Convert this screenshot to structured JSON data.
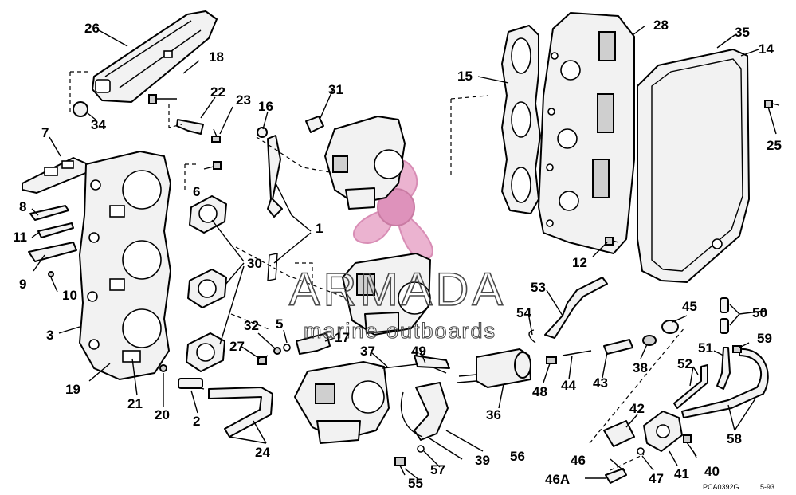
{
  "watermark": {
    "brand": "ARMADA",
    "tagline": "marine outboards",
    "logo_color": "#e8a6c8"
  },
  "footer": {
    "drawing_code": "PCA0392G",
    "date_code": "5-93"
  },
  "callouts": {
    "c1": "1",
    "c2": "2",
    "c3": "3",
    "c5": "5",
    "c6": "6",
    "c7": "7",
    "c8": "8",
    "c9": "9",
    "c10": "10",
    "c11": "11",
    "c12": "12",
    "c14": "14",
    "c15": "15",
    "c16": "16",
    "c17": "17",
    "c18": "18",
    "c19": "19",
    "c20": "20",
    "c21": "21",
    "c22": "22",
    "c23": "23",
    "c24": "24",
    "c25": "25",
    "c26": "26",
    "c27": "27",
    "c28": "28",
    "c30": "30",
    "c31": "31",
    "c32": "32",
    "c34": "34",
    "c35": "35",
    "c36": "36",
    "c37": "37",
    "c38": "38",
    "c39": "39",
    "c40": "40",
    "c41": "41",
    "c42": "42",
    "c43": "43",
    "c44": "44",
    "c45": "45",
    "c46": "46",
    "c46a": "46A",
    "c47": "47",
    "c48": "48",
    "c49": "49",
    "c50": "50",
    "c51": "51",
    "c52": "52",
    "c53": "53",
    "c54": "54",
    "c55": "55",
    "c56": "56",
    "c57": "57",
    "c58": "58",
    "c59": "59"
  }
}
